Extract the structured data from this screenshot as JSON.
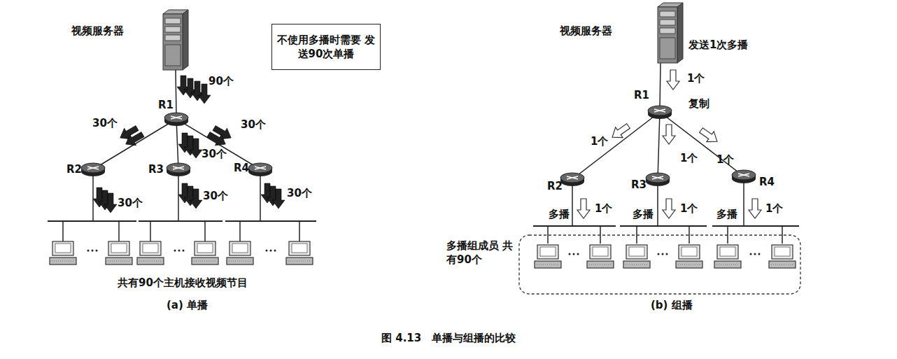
{
  "diagram": {
    "caption": "图 4.13　单播与组播的比较",
    "nodes": [
      {
        "text": [
          "不使用多播时需要 发送90次单播"
        ]
      }
    ],
    "edges": [],
    "labels": [
      "视频服务器",
      "90个",
      "R1",
      "30个",
      "30个",
      "R2",
      "R3",
      "30个",
      "R4",
      "30个",
      "30个",
      "30个",
      "共有90个主机接收视频节目",
      "(a) 单播",
      "视频服务器",
      "发送1次多播",
      "1个",
      "R1",
      "复制",
      "1个",
      "1个",
      "1个",
      "R2",
      "R3",
      "R4",
      "多播",
      "1个",
      "多播",
      "1个",
      "多播",
      "1个",
      "多播组成员 共有90个",
      "(b) 组播"
    ]
  }
}
